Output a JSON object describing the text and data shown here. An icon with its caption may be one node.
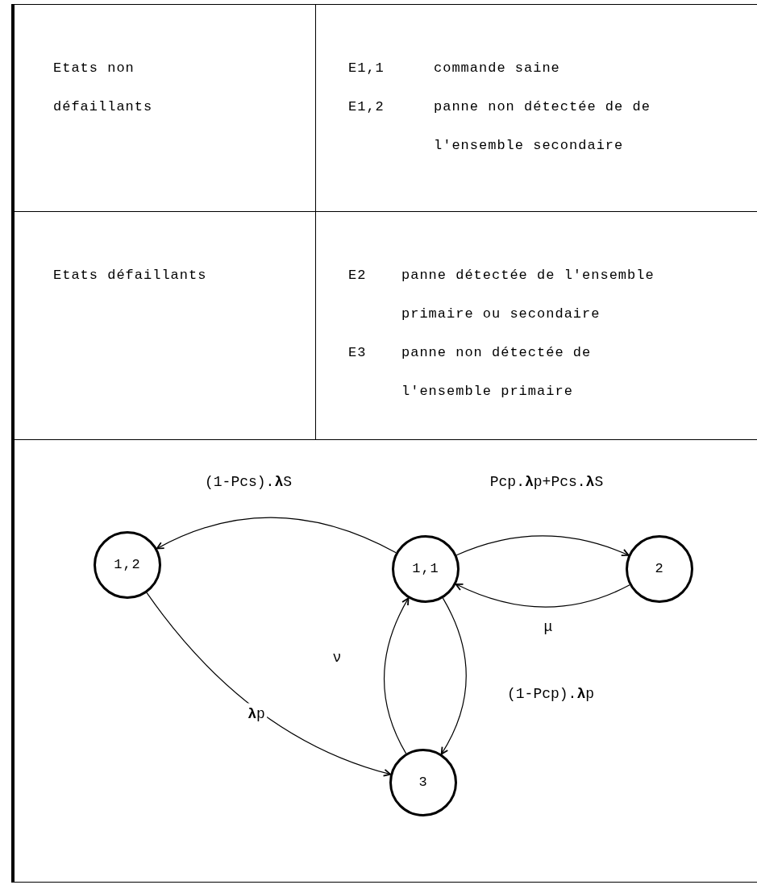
{
  "diagram": {
    "nodes": [
      {
        "text": [
          "1,2"
        ]
      },
      {
        "text": [
          "1,1"
        ]
      },
      {
        "text": [
          "2"
        ]
      },
      {
        "text": [
          "3"
        ]
      }
    ],
    "edges": [
      {
        "from": 1,
        "to": 0,
        "arrow": "to",
        "label": "(1-Pcs).**λ**S"
      },
      {
        "from": 1,
        "to": 2,
        "arrow": "to",
        "label": "Pcp.**λ**p+Pcs.**λ**S"
      },
      {
        "from": 2,
        "to": 1,
        "arrow": "to",
        "label": "μ"
      },
      {
        "from": 1,
        "to": 3,
        "arrow": "to",
        "label": "(1-Pcp).**λ**p"
      },
      {
        "from": 3,
        "to": 1,
        "arrow": "to",
        "label": "ν"
      },
      {
        "from": 0,
        "to": 3,
        "arrow": "to",
        "label": "**λ**p"
      }
    ],
    "labels": [
      "Etats non défaillants",
      "E1,1",
      "commande saine",
      "E1,2",
      "panne non détectée de de l'ensemble secondaire",
      "Etats défaillants",
      "E2",
      "panne détectée de l'ensemble primaire ou secondaire",
      "E3",
      "panne non détectée de l'ensemble primaire"
    ]
  }
}
